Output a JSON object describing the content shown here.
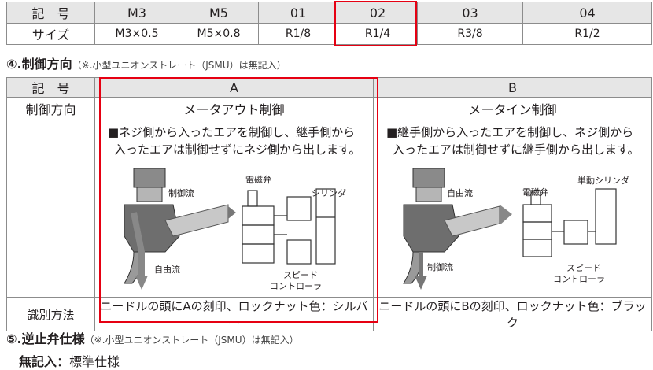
{
  "port_table": {
    "header_label": "記　号",
    "row_label": "サイズ",
    "codes": [
      "M3",
      "M5",
      "01",
      "02",
      "03",
      "04"
    ],
    "sizes": [
      "M3×0.5",
      "M5×0.8",
      "R1/8",
      "R1/4",
      "R3/8",
      "R1/2"
    ]
  },
  "section4": {
    "number": "④.",
    "title": "制御方向",
    "note": "（※.小型ユニオンストレート（JSMU）は無記入）"
  },
  "control_table": {
    "header_label": "記　号",
    "row_direction_label": "制御方向",
    "row_method_label": "識別方法",
    "col_a": {
      "code": "A",
      "direction": "メータアウト制御",
      "desc_line1": "■ネジ側から入ったエアを制御し、継手側から",
      "desc_line2": "入ったエアは制御せずにネジ側から出します。",
      "label_control_flow": "制御流",
      "label_free_flow": "自由流",
      "label_solenoid": "電磁弁",
      "label_cylinder": "シリンダ",
      "label_speed": "スピード",
      "label_controller": "コントローラ",
      "method": "ニードルの頭にAの刻印、ロックナット色：シルバー"
    },
    "col_b": {
      "code": "B",
      "direction": "メータイン制御",
      "desc_line1": "■継手側から入ったエアを制御し、ネジ側から",
      "desc_line2": "入ったエアは制御せずに継手側から出します。",
      "label_free_flow": "自由流",
      "label_control_flow": "制御流",
      "label_solenoid": "電磁弁",
      "label_cylinder": "単動シリンダ",
      "label_speed": "スピード",
      "label_controller": "コントローラ",
      "method": "ニードルの頭にBの刻印、ロックナット色：ブラック"
    }
  },
  "section5": {
    "number": "⑤.",
    "title": "逆止弁仕様",
    "note": "（※.小型ユニオンストレート（JSMU）は無記入）"
  },
  "spec": {
    "label": "無記入",
    "value": "：標準仕様"
  },
  "colors": {
    "highlight": "#e60012",
    "header_bg": "#e6e6e6",
    "border": "#8c8c8c"
  }
}
